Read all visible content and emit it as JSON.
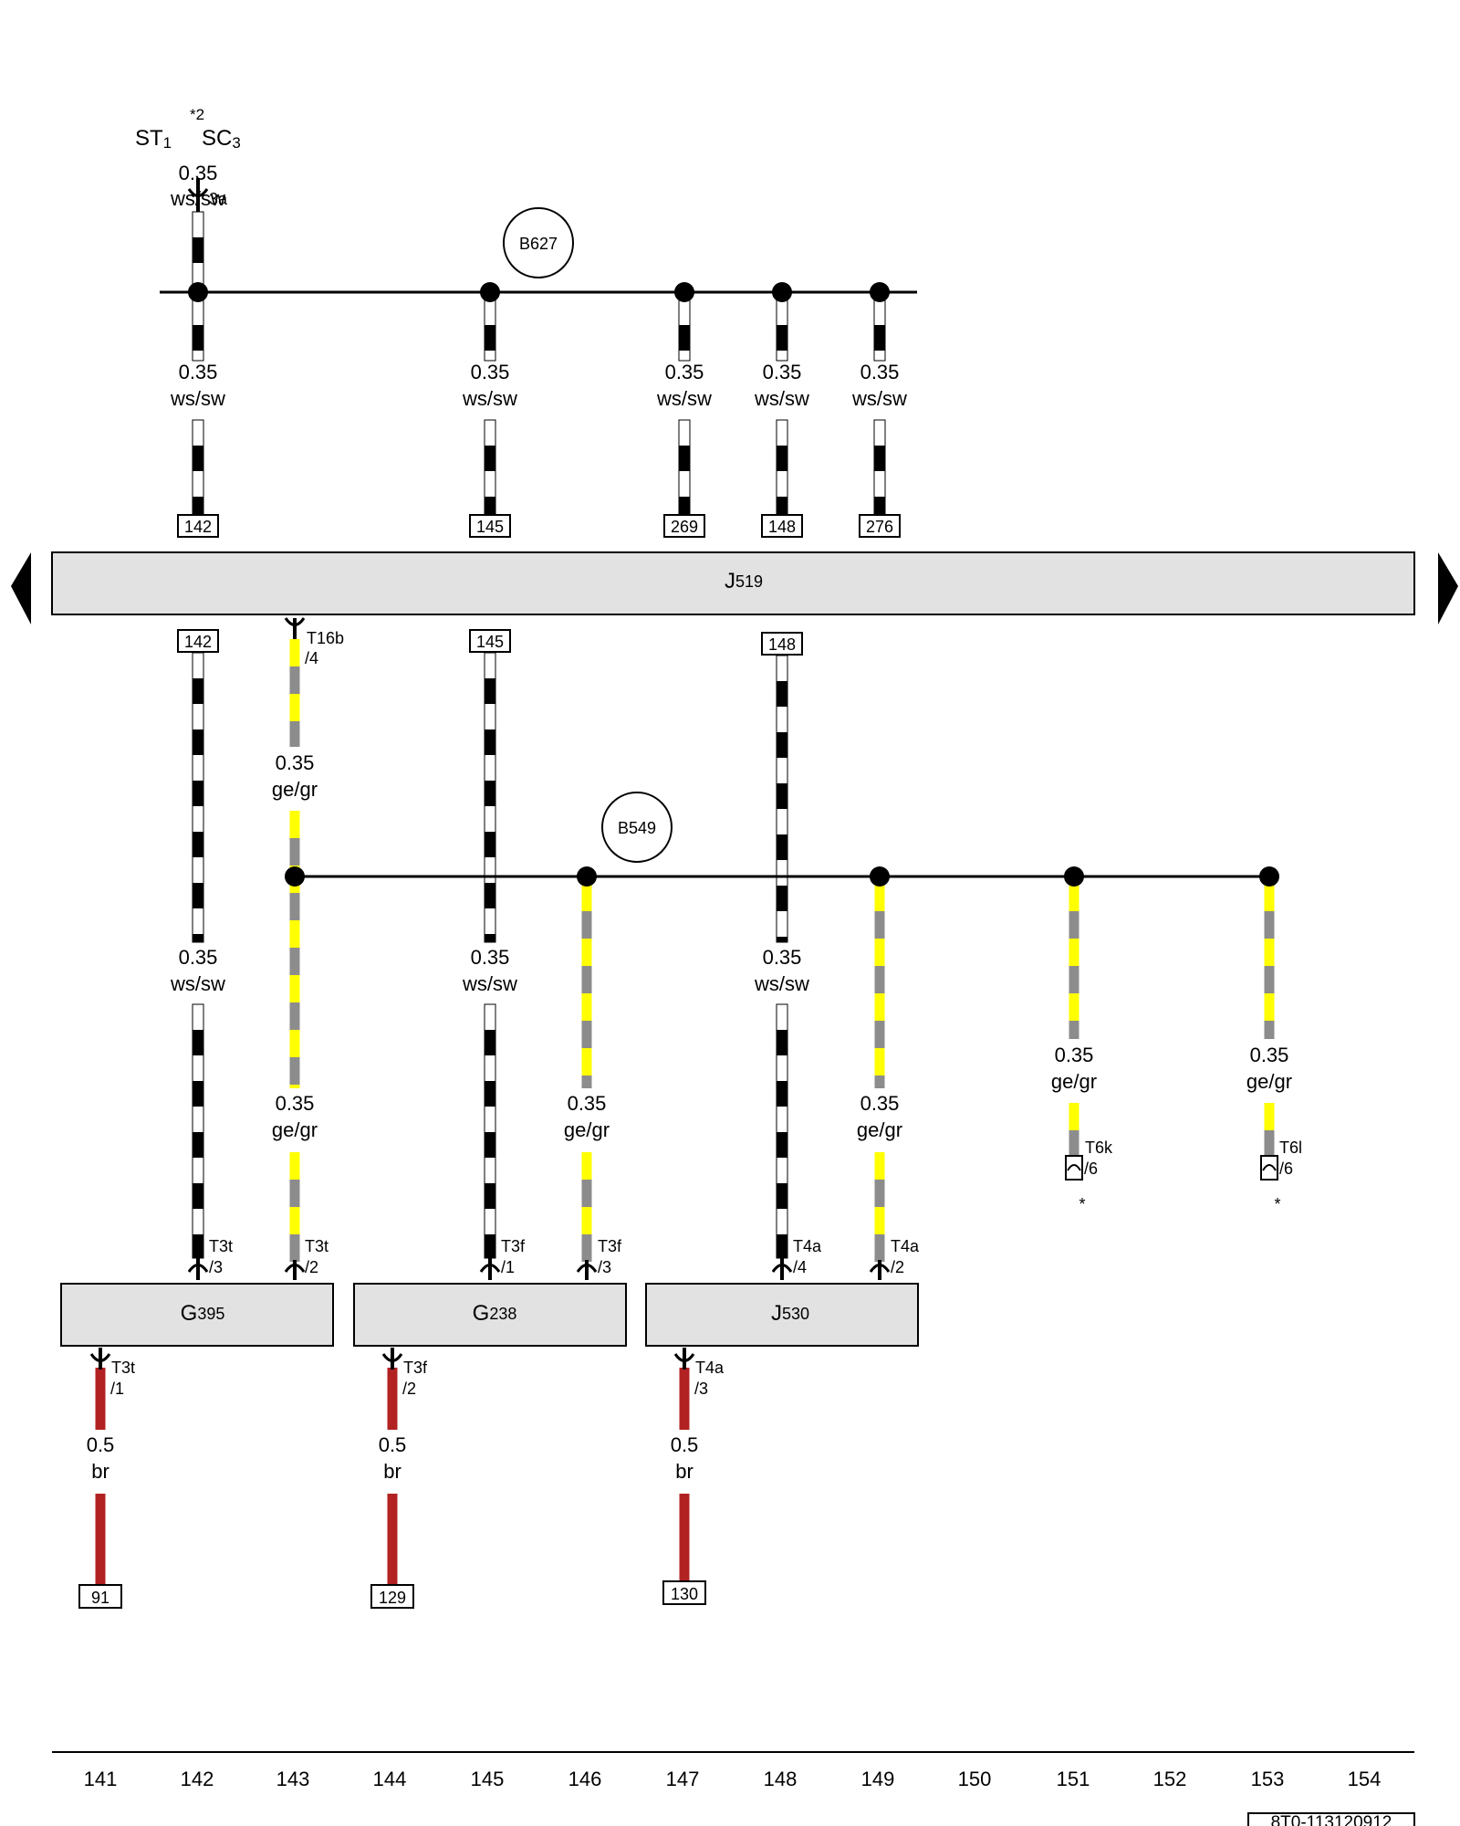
{
  "header": {
    "st": "ST",
    "st_sub": "1",
    "star": "*2",
    "sc": "SC",
    "sc_sub": "3",
    "source_pin": "3a"
  },
  "buses": {
    "top": "B627",
    "middle": "B549"
  },
  "control_unit": {
    "letter": "J",
    "number": "519"
  },
  "components": [
    {
      "letter": "G",
      "number": "395"
    },
    {
      "letter": "G",
      "number": "238"
    },
    {
      "letter": "J",
      "number": "530"
    }
  ],
  "wires": {
    "white_black": {
      "size": "0.35",
      "color": "ws/sw"
    },
    "yellow_grey": {
      "size": "0.35",
      "color": "ge/gr"
    },
    "brown": {
      "size": "0.5",
      "color": "br"
    }
  },
  "top_terminals": [
    "142",
    "145",
    "269",
    "148",
    "276"
  ],
  "under_terminals": [
    "142",
    "145",
    "148"
  ],
  "connectors": {
    "t16b": {
      "name": "T16b",
      "pin": "/4"
    },
    "g395_in1": {
      "name": "T3t",
      "pin": "/3"
    },
    "g395_in2": {
      "name": "T3t",
      "pin": "/2"
    },
    "g238_in1": {
      "name": "T3f",
      "pin": "/1"
    },
    "g238_in2": {
      "name": "T3f",
      "pin": "/3"
    },
    "j530_in1": {
      "name": "T4a",
      "pin": "/4"
    },
    "j530_in2": {
      "name": "T4a",
      "pin": "/2"
    },
    "g395_out": {
      "name": "T3t",
      "pin": "/1"
    },
    "g238_out": {
      "name": "T3f",
      "pin": "/2"
    },
    "j530_out": {
      "name": "T4a",
      "pin": "/3"
    },
    "t6k": {
      "name": "T6k",
      "pin": "/6"
    },
    "t6l": {
      "name": "T6l",
      "pin": "/6"
    }
  },
  "footnote_marker": "*",
  "bottom_terminals": [
    "91",
    "129",
    "130"
  ],
  "column_numbers": [
    "141",
    "142",
    "143",
    "144",
    "145",
    "146",
    "147",
    "148",
    "149",
    "150",
    "151",
    "152",
    "153",
    "154"
  ],
  "document_id": "8T0-113120912",
  "colors": {
    "white": "#ffffff",
    "black": "#000000",
    "yellow": "#ffff00",
    "grey": "#8c8c8c",
    "brown": "#b22222",
    "component_fill": "#e2e2e2"
  }
}
